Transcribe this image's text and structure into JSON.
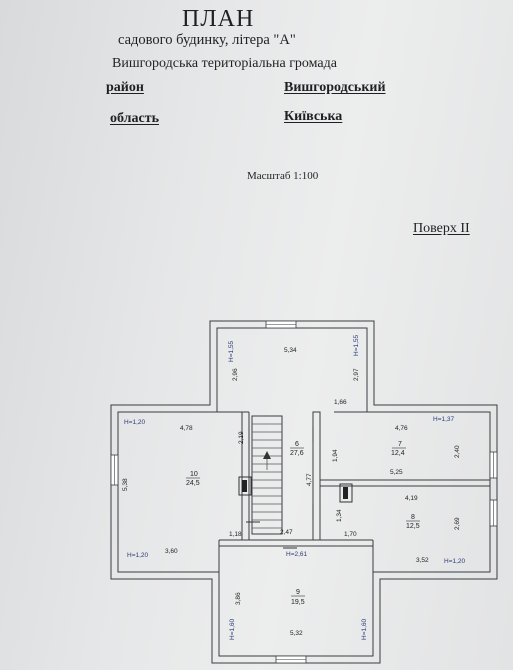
{
  "header": {
    "title": "ПЛАН",
    "subtitle": "садового будинку, літера \"А\"",
    "community": "Вишгородська територіальна громада",
    "district_label": "район",
    "district_value": "Вишгородський",
    "region_label": "область",
    "region_value": "Київська",
    "scale": "Масштаб 1:100",
    "floor": "Поверх II"
  },
  "plan": {
    "top_room": {
      "width": "5,34",
      "left_h": "H=1,55",
      "right_h": "H=1,55",
      "left_dim": "2,96",
      "right_dim": "2,97",
      "bottom_dim": "1,66"
    },
    "room_10": {
      "number": "10",
      "area": "24,5",
      "top_dim": "4,78",
      "bottom_dim": "3,60",
      "left_dim": "5,38",
      "inner_dim": "2,19",
      "lower_dim": "1,18",
      "h_top": "H=1,20",
      "h_bottom": "H=1,20"
    },
    "room_6": {
      "number": "6",
      "area": "27,6",
      "dim": "4,77",
      "bottom_dim": "2,47",
      "h": "H=2,61"
    },
    "room_7": {
      "number": "7",
      "area": "12,4",
      "top_dim": "4,76",
      "bottom_dim": "5,25",
      "left_dim": "1,94",
      "right_dim": "2,40",
      "h": "H=1,37"
    },
    "room_8": {
      "number": "8",
      "area": "12,5",
      "top_dim": "4,19",
      "left_dim": "1,34",
      "lower_dim": "1,70",
      "right_dim": "2,69",
      "bottom_dim": "3,52",
      "h": "H=1,20"
    },
    "room_9": {
      "number": "9",
      "area": "19,5",
      "bottom_dim": "5,32",
      "left_dim": "3,86",
      "left_h": "H=1,60",
      "right_h": "H=1,60"
    }
  }
}
